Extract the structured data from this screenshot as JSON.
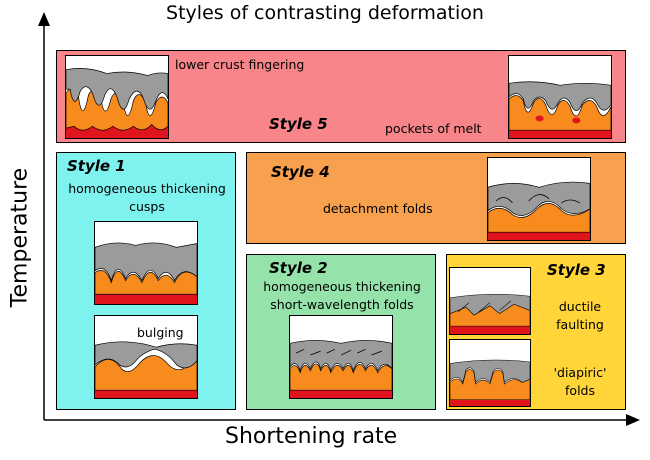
{
  "title": "Styles of contrasting deformation",
  "y_axis_label": "Temperature",
  "x_axis_label": "Shortening rate",
  "colors": {
    "style1": "#7ef2ee",
    "style2": "#95e3aa",
    "style3": "#ffd53a",
    "style4": "#f7a04e",
    "style5": "#f7858a",
    "melt_red": "#e0141c",
    "melt_orange": "#f88b1e",
    "rock_gray": "#9b9b9b"
  },
  "style5": {
    "label": "Style 5",
    "annotation_left": "lower crust fingering",
    "annotation_right": "pockets of melt"
  },
  "style1": {
    "label": "Style 1",
    "line1": "homogeneous thickening",
    "line2": "cusps",
    "inset_label": "bulging"
  },
  "style4": {
    "label": "Style 4",
    "description": "detachment folds"
  },
  "style2": {
    "label": "Style 2",
    "line1": "homogeneous thickening",
    "line2": "short-wavelength folds"
  },
  "style3": {
    "label": "Style 3",
    "upper_line1": "ductile",
    "upper_line2": "faulting",
    "lower_line1": "'diapiric'",
    "lower_line2": "folds"
  }
}
